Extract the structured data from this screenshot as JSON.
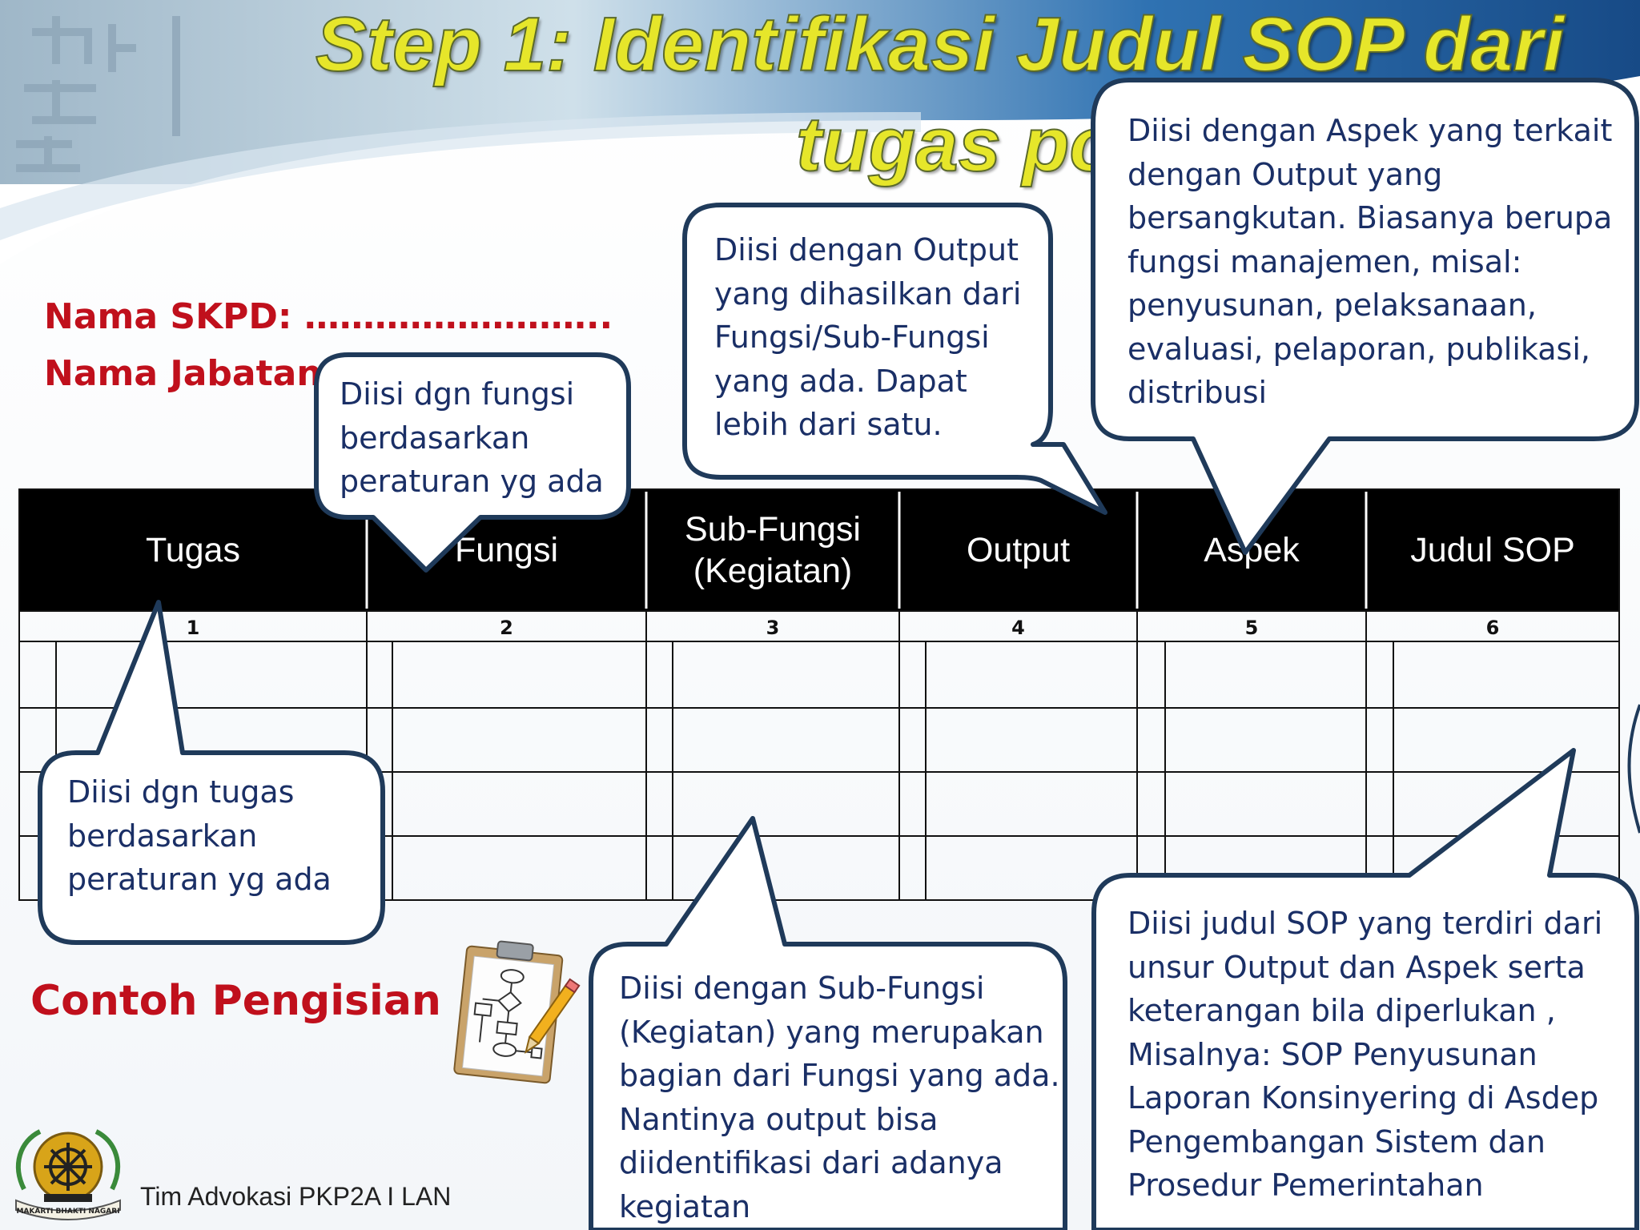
{
  "title": {
    "line1": "Step 1: Identifikasi Judul SOP dari",
    "line2": "tugas pokok"
  },
  "labels": {
    "nama_skpd": "Nama SKPD: ……………………..",
    "nama_jabatan": "Nama Jabatan:",
    "contoh": "Contoh Pengisian"
  },
  "table": {
    "headers": [
      {
        "line1": "Tugas",
        "line2": ""
      },
      {
        "line1": "Fungsi",
        "line2": ""
      },
      {
        "line1": "Sub-Fungsi",
        "line2": "(Kegiatan)"
      },
      {
        "line1": "Output",
        "line2": ""
      },
      {
        "line1": "Aspek",
        "line2": ""
      },
      {
        "line1": "Judul SOP",
        "line2": ""
      }
    ],
    "column_numbers": [
      "1",
      "2",
      "3",
      "4",
      "5",
      "6"
    ]
  },
  "callouts": {
    "tugas": [
      "Diisi dgn tugas",
      "berdasarkan",
      "peraturan yg ada"
    ],
    "fungsi": [
      "Diisi dgn fungsi",
      "berdasarkan",
      "peraturan yg ada"
    ],
    "subfungsi": [
      "Diisi dengan Sub-Fungsi",
      "(Kegiatan) yang merupakan",
      "bagian dari Fungsi yang ada.",
      "Nantinya output bisa",
      "diidentifikasi dari adanya",
      "kegiatan"
    ],
    "output": [
      "Diisi dengan Output",
      "yang dihasilkan dari",
      "Fungsi/Sub-Fungsi",
      "yang ada. Dapat",
      "lebih dari satu."
    ],
    "aspek": [
      "Diisi dengan Aspek yang terkait",
      "dengan Output yang",
      "bersangkutan. Biasanya berupa",
      "fungsi manajemen, misal:",
      "penyusunan, pelaksanaan,",
      "evaluasi, pelaporan, publikasi,",
      "distribusi"
    ],
    "judul": [
      "Diisi judul SOP yang terdiri dari",
      "unsur Output dan Aspek serta",
      "keterangan bila diperlukan ,",
      "Misalnya: SOP Penyusunan",
      "Laporan Konsinyering di Asdep",
      "Pengembangan Sistem dan",
      "Prosedur Pemerintahan"
    ]
  },
  "footer": {
    "credit": "Tim Advokasi PKP2A I LAN",
    "logo_motto": "MAKARTI BHAKTI NAGARI"
  },
  "colors": {
    "title_fill": "#e6e62a",
    "label_red": "#c0101c",
    "bubble_border": "#1f3a5a",
    "bubble_text": "#1a2f66",
    "header_bg": "#000000",
    "banner_blue": "#2e6da8"
  }
}
